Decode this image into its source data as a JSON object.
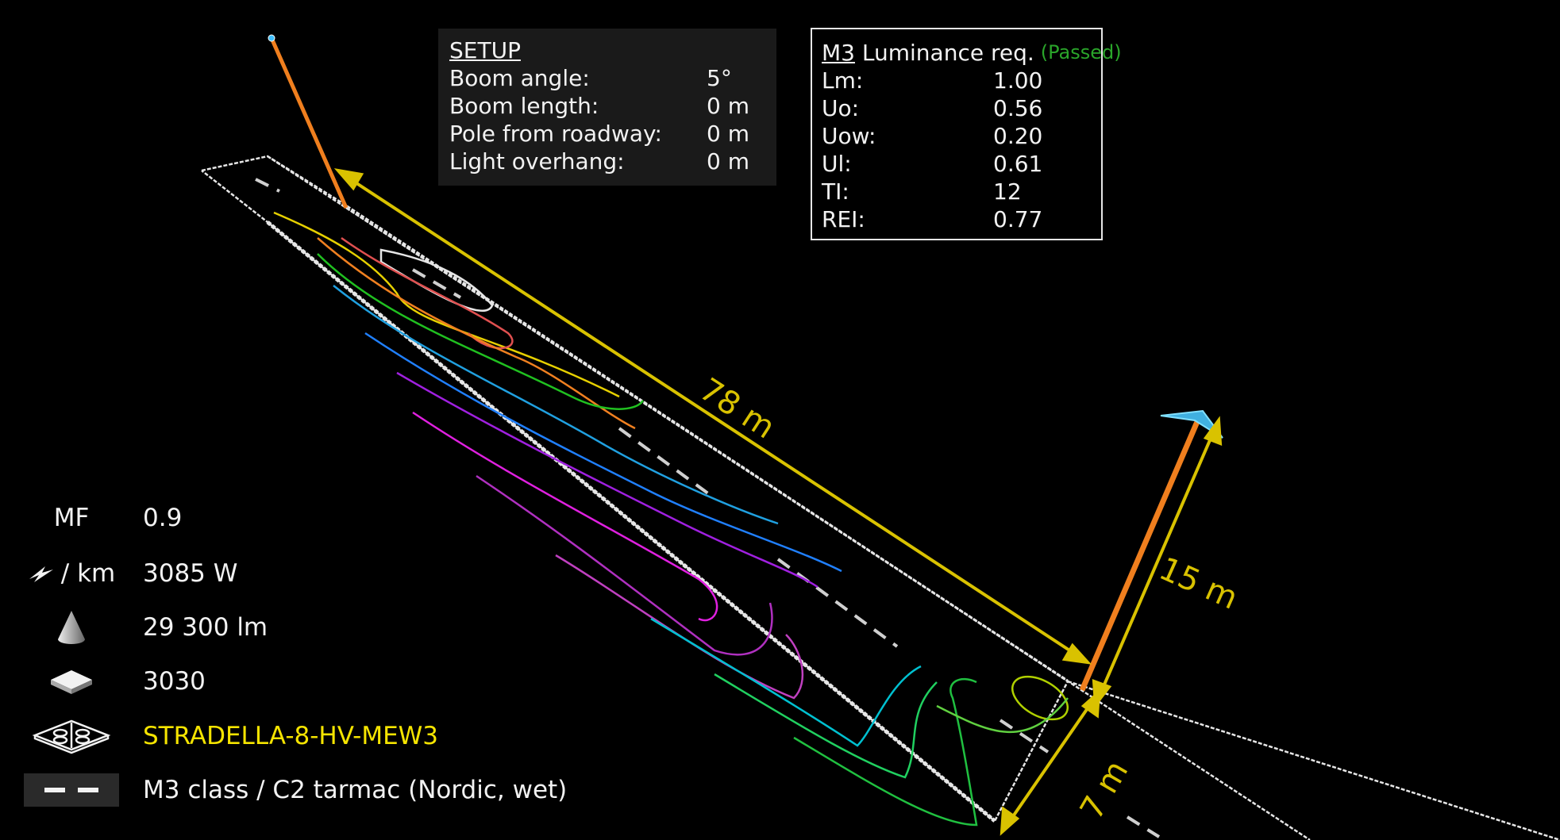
{
  "setup": {
    "title": "SETUP",
    "rows": [
      {
        "label": "Boom angle:",
        "value": "5°"
      },
      {
        "label": "Boom length:",
        "value": "0 m"
      },
      {
        "label": "Pole from roadway:",
        "value": "0 m"
      },
      {
        "label": "Light overhang:",
        "value": "0 m"
      }
    ]
  },
  "luminance": {
    "class": "M3",
    "title": " Luminance req.",
    "status": "(Passed)",
    "status_color": "#2aa52a",
    "rows": [
      {
        "label": "Lm:",
        "value": "1.00"
      },
      {
        "label": "Uo:",
        "value": "0.56"
      },
      {
        "label": "Uow:",
        "value": "0.20"
      },
      {
        "label": "Ul:",
        "value": "0.61"
      },
      {
        "label": "TI:",
        "value": "12"
      },
      {
        "label": "REI:",
        "value": "0.77"
      }
    ]
  },
  "specs": {
    "mf": {
      "label": "MF",
      "value": "0.9"
    },
    "power": {
      "label": "/ km",
      "icon": "lightning-icon",
      "value": "3085 W"
    },
    "flux": {
      "icon": "light-cone-icon",
      "value": "29 300 lm"
    },
    "led": {
      "icon": "led-chip-icon",
      "value": "3030"
    },
    "luminaire": {
      "icon": "luminaire-icon",
      "value": "STRADELLA-8-HV-MEW3",
      "color": "#f5e400"
    },
    "road": {
      "icon": "road-marking-icon",
      "value": "M3 class / C2 tarmac (Nordic, wet)"
    }
  },
  "dimensions": {
    "spacing": "78 m",
    "height": "15 m",
    "width": "7 m",
    "color": "#d9c200"
  },
  "colors": {
    "pole": "#f07f1e",
    "road_outline": "#e6e6e6",
    "dimension": "#d9c200"
  }
}
